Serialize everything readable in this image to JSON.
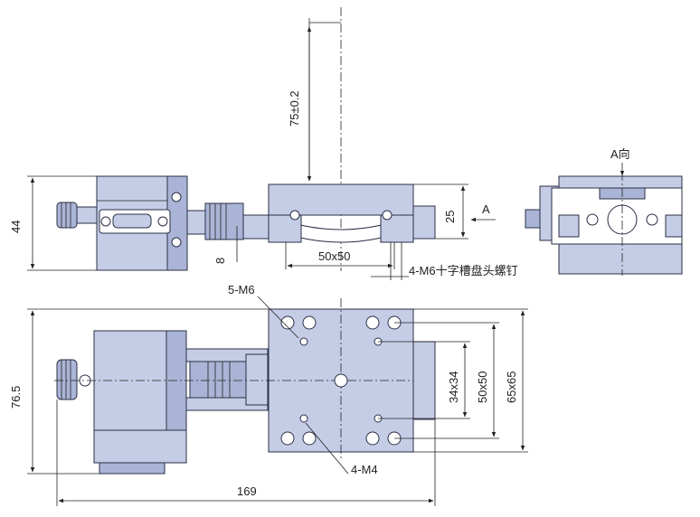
{
  "dimensions": {
    "travel": "75±0.2",
    "height": "44",
    "stage_height": "25",
    "arrow_label": "A",
    "table_size": "50x50",
    "screw_note": "4-M6十字槽盘头螺钉",
    "clearance": "8",
    "view_label": "A向",
    "mount_holes": "5-M6",
    "tapped_holes": "4-M4",
    "width": "76.5",
    "length": "169",
    "hole_pitch_1": "34x34",
    "hole_pitch_2": "50x50",
    "hole_pitch_3": "65x65"
  }
}
